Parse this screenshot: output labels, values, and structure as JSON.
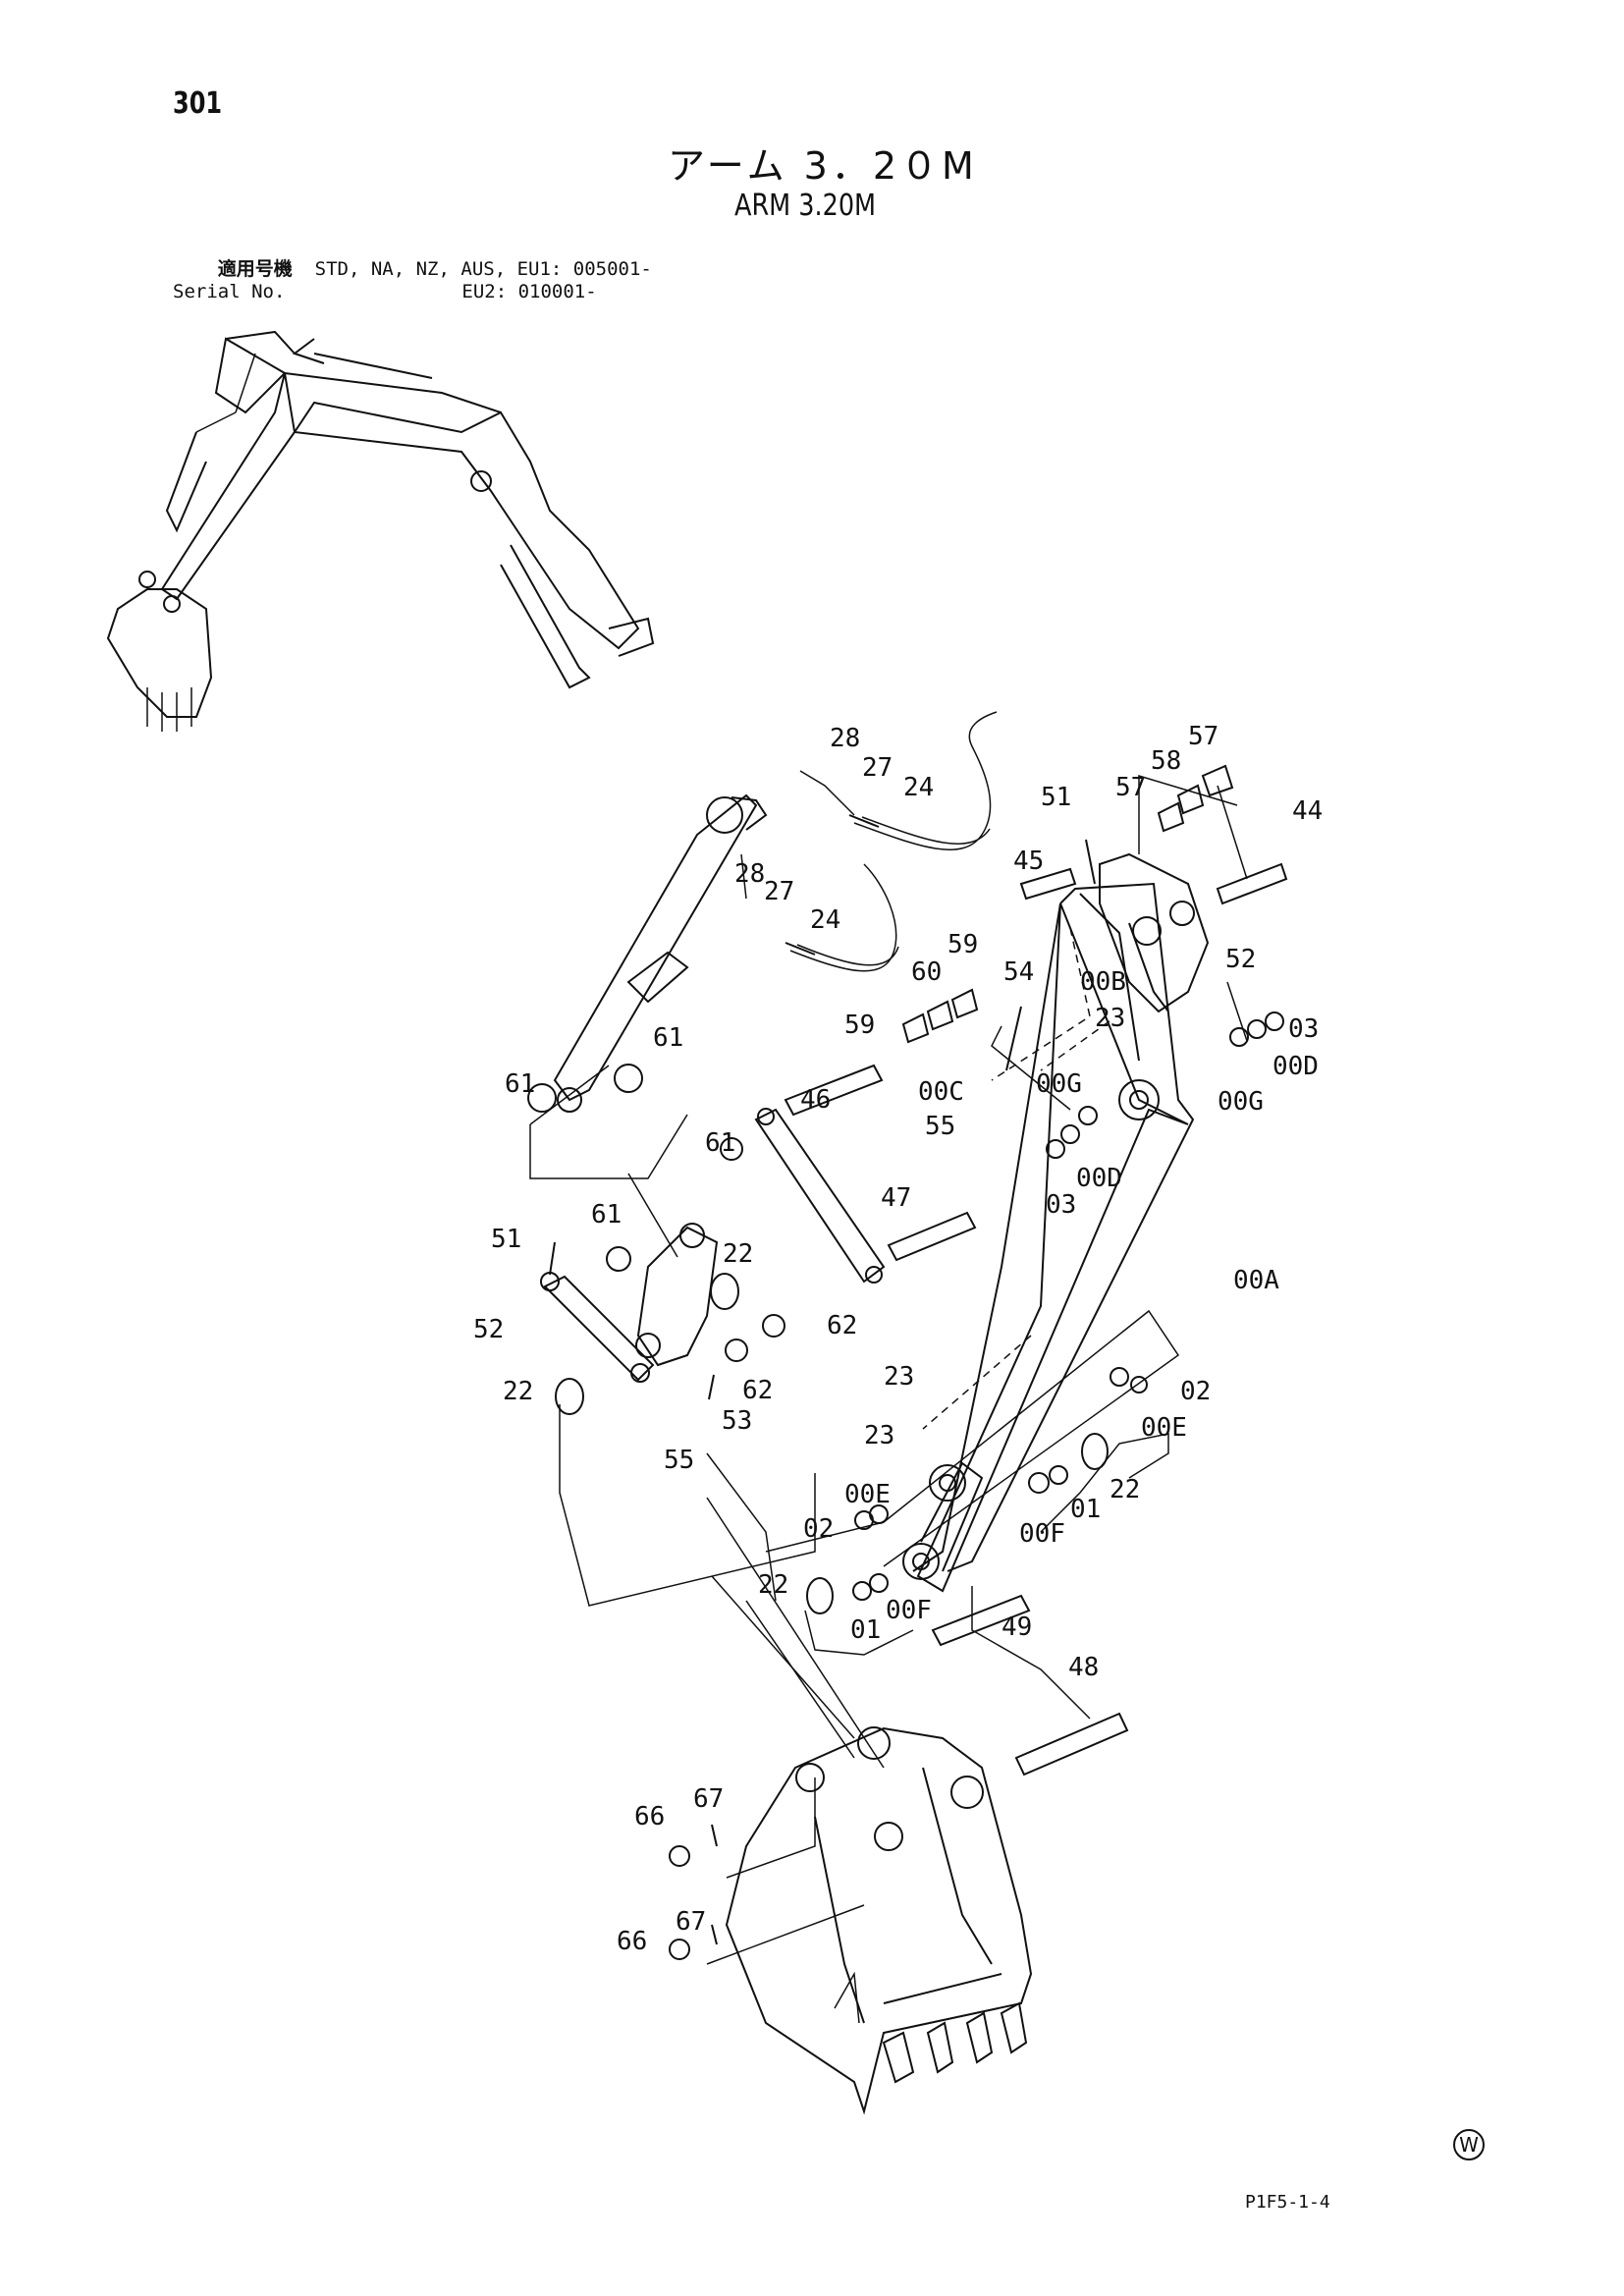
{
  "page_number": "301",
  "title_jp": "アーム 3．2０M",
  "title_en": "ARM 3.20M",
  "serial": {
    "label_jp": "適用号機",
    "label_en": "Serial No.",
    "line1": "STD, NA, NZ, AUS, EU1: 005001-",
    "line2": "EU2: 010001-"
  },
  "drawing_code": "P1F5-1-4",
  "mark": "W",
  "callouts": {
    "c28a": "28",
    "c27a": "27",
    "c24a": "24",
    "c28b": "28",
    "c27b": "27",
    "c24b": "24",
    "c51a": "51",
    "c45": "45",
    "c57a": "57",
    "c58": "58",
    "c57b": "57",
    "c44": "44",
    "c52a": "52",
    "c03a": "03",
    "c00D_a": "00D",
    "c00G_a": "00G",
    "c00B": "00B",
    "c59a": "59",
    "c60": "60",
    "c59b": "59",
    "c54": "54",
    "c23a": "23",
    "c00C": "00C",
    "c00G_b": "00G",
    "c55a": "55",
    "c03b": "03",
    "c00D_b": "00D",
    "c46": "46",
    "c61a": "61",
    "c61b": "61",
    "c61c": "61",
    "c61d": "61",
    "c47": "47",
    "c00A": "00A",
    "c51b": "51",
    "c22a": "22",
    "c52b": "52",
    "c62a": "62",
    "c62b": "62",
    "c22b": "22",
    "c53": "53",
    "c55b": "55",
    "c23b": "23",
    "c02a": "02",
    "c00E_a": "00E",
    "c23c": "23",
    "c00E_b": "00E",
    "c02b": "02",
    "c00F_a": "00F",
    "c01a": "01",
    "c22c": "22",
    "c22d": "22",
    "c01b": "01",
    "c00F_b": "00F",
    "c49": "49",
    "c48": "48",
    "c66a": "66",
    "c67a": "67",
    "c66b": "66",
    "c67b": "67"
  }
}
